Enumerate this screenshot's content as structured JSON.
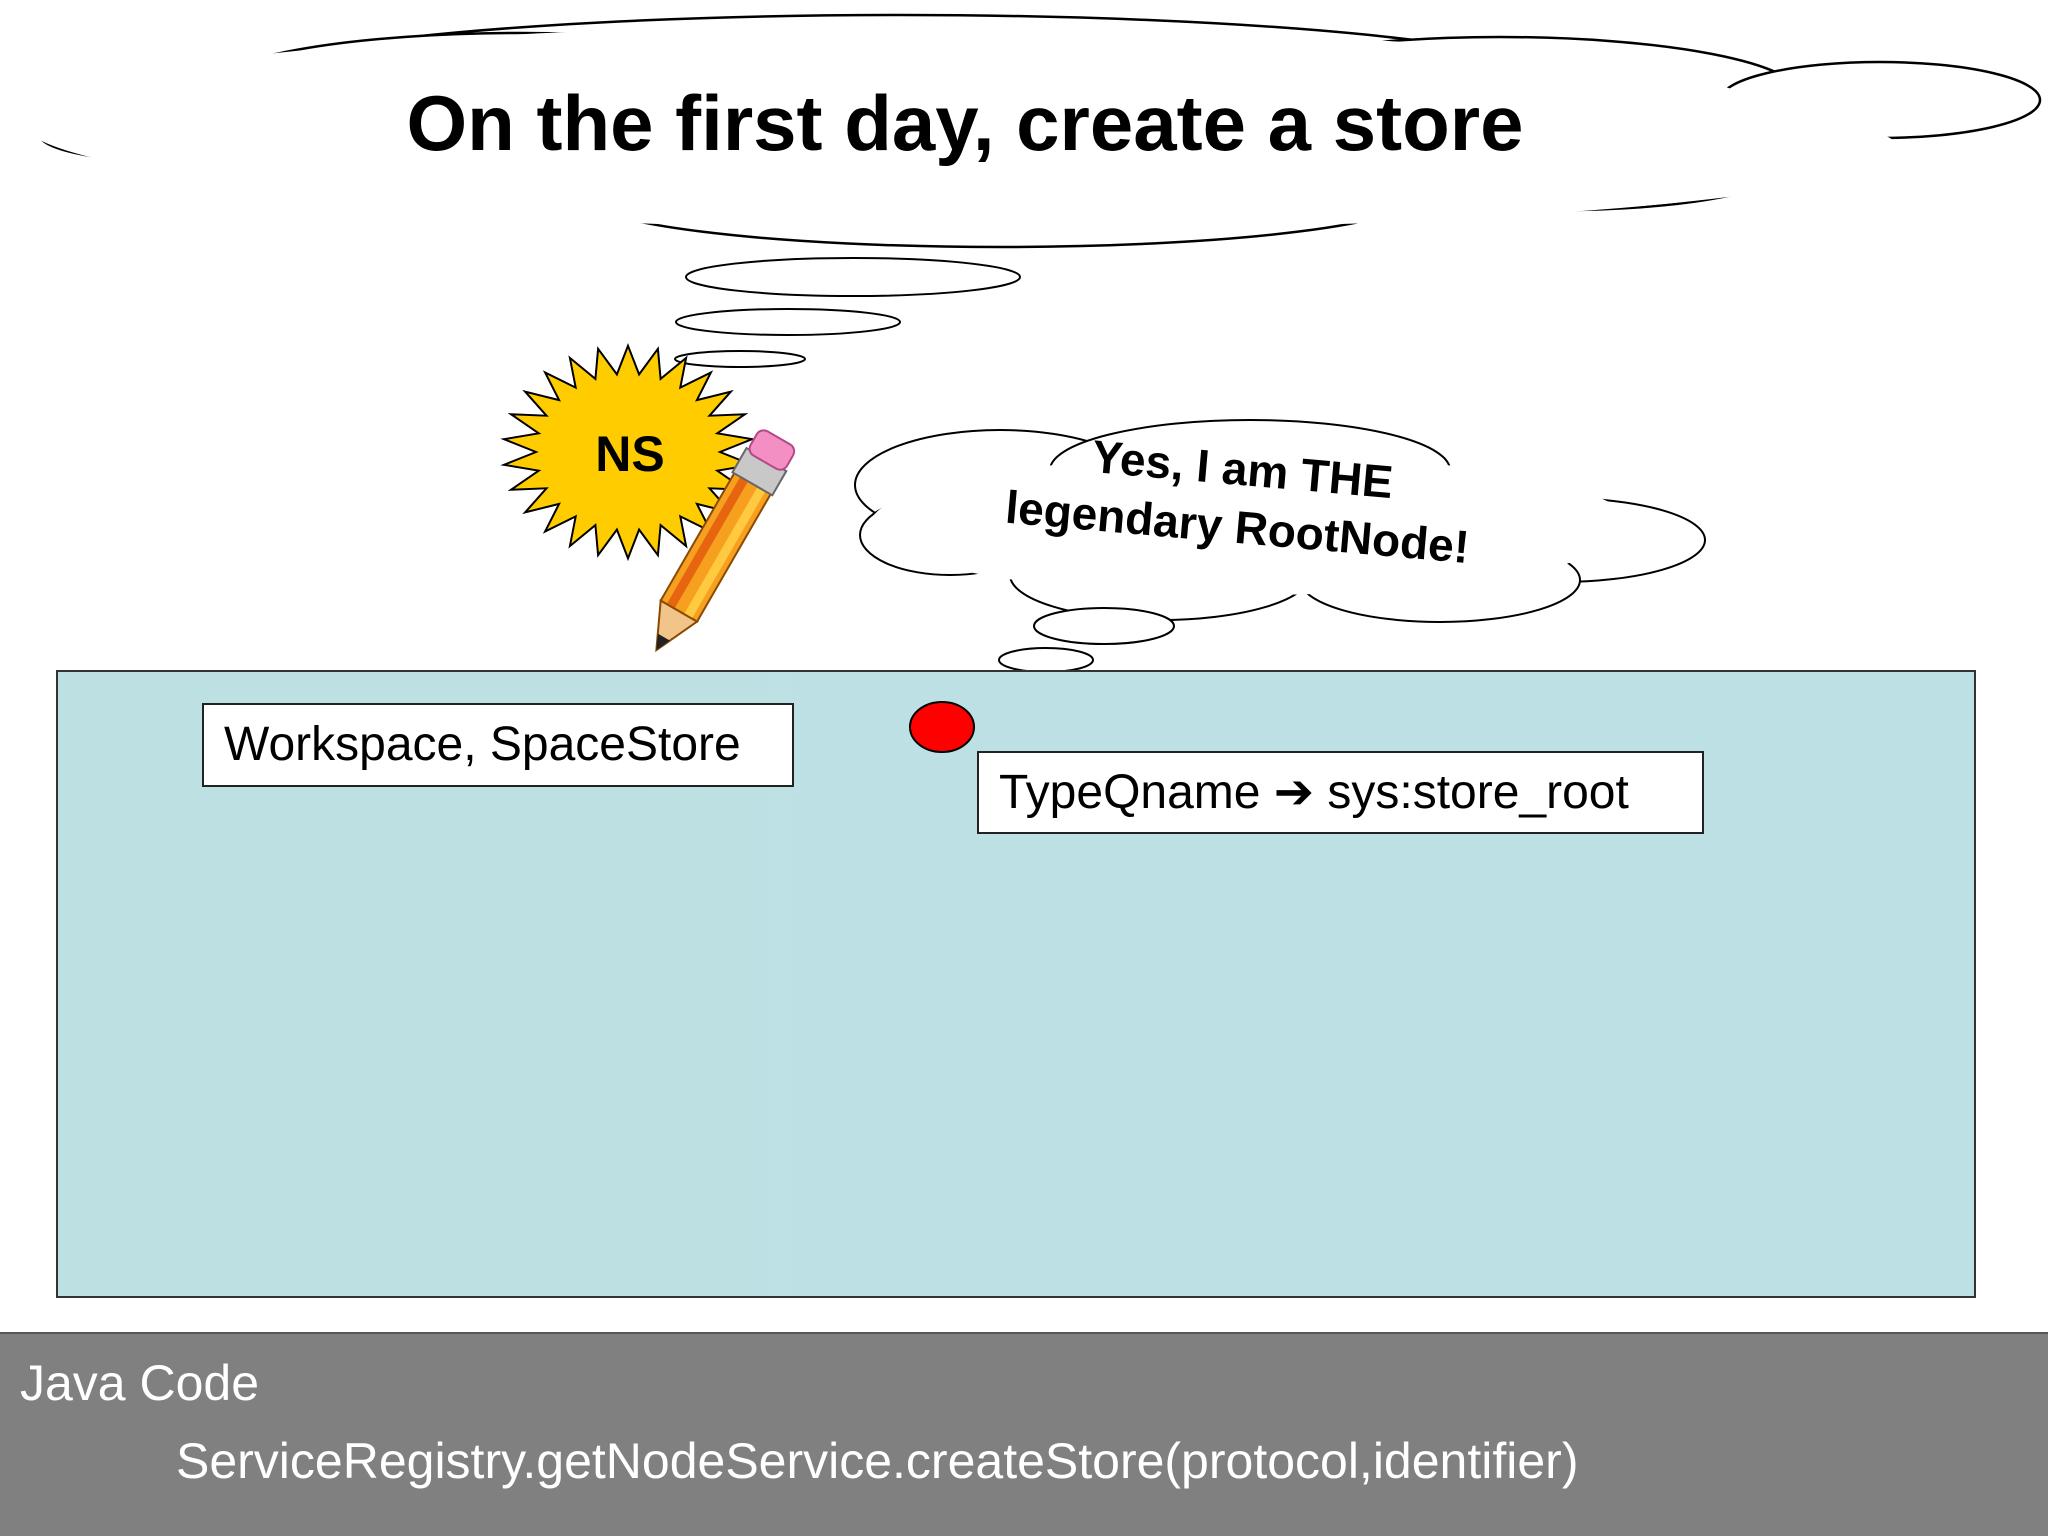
{
  "title": "On the first day, create a store",
  "badge": {
    "label": "NS",
    "color": "#ffcc00"
  },
  "thought": {
    "line1": "Yes, I am THE",
    "line2": "legendary RootNode!"
  },
  "store": {
    "workspace_label": "Workspace, SpaceStore",
    "type_label": "TypeQname ➔ sys:store_root",
    "area_color": "#bde1e3",
    "root_node_color": "#ff0000"
  },
  "code": {
    "heading": "Java Code",
    "line": "ServiceRegistry.getNodeService.createStore(protocol,identifier)",
    "panel_color": "#808080"
  },
  "icons": [
    "cloud-icon",
    "starburst-icon",
    "pencil-icon",
    "root-node-dot-icon"
  ]
}
